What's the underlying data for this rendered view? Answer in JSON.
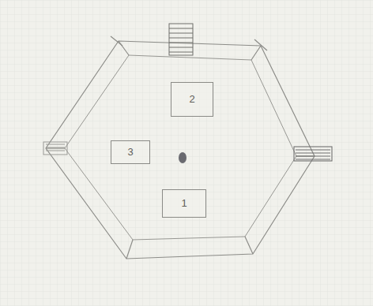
{
  "diagram": {
    "nodes": [
      {
        "text": [
          "2"
        ]
      },
      {
        "text": [
          "3"
        ]
      },
      {
        "text": [
          "1"
        ]
      }
    ]
  }
}
